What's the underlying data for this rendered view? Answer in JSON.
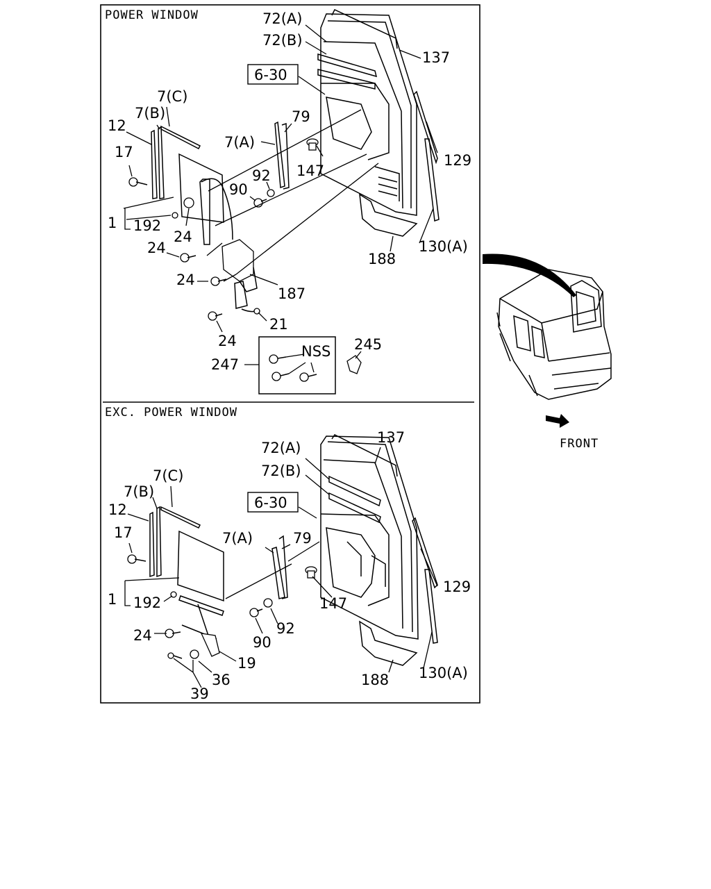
{
  "sections": {
    "power": {
      "header": "POWER WINDOW",
      "labels": {
        "l72a": "72(A)",
        "l72b": "72(B)",
        "l137": "137",
        "l630": "6-30",
        "l7c": "7(C)",
        "l7b": "7(B)",
        "l12": "12",
        "l79": "79",
        "l7a": "7(A)",
        "l17": "17",
        "l129": "129",
        "l147": "147",
        "l92": "92",
        "l90": "90",
        "l1": "1",
        "l192": "192",
        "l24a": "24",
        "l24b": "24",
        "l130a": "130(A)",
        "l188": "188",
        "l24c": "24",
        "l187": "187",
        "l21": "21",
        "l24d": "24",
        "lnss": "NSS",
        "l245": "245",
        "l247": "247"
      }
    },
    "exc": {
      "header": "EXC. POWER WINDOW",
      "labels": {
        "l137": "137",
        "l72a": "72(A)",
        "l72b": "72(B)",
        "l7c": "7(C)",
        "l7b": "7(B)",
        "l630": "6-30",
        "l12": "12",
        "l7a": "7(A)",
        "l79": "79",
        "l17": "17",
        "l129": "129",
        "l1": "1",
        "l192": "192",
        "l147": "147",
        "l92": "92",
        "l24": "24",
        "l90": "90",
        "l19": "19",
        "l36": "36",
        "l130a": "130(A)",
        "l188": "188",
        "l39": "39"
      }
    }
  },
  "inset": {
    "front_label": "FRONT"
  }
}
